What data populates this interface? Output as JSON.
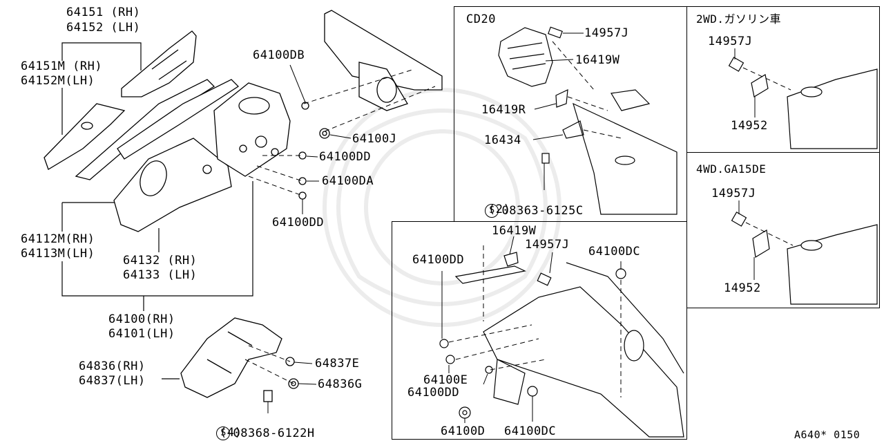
{
  "main": {
    "part_labels": {
      "p64151": "64151 (RH)",
      "p64152": "64152 (LH)",
      "p64151m": "64151M (RH)",
      "p64152m": "64152M(LH)",
      "p64112m": "64112M(RH)",
      "p64113m": "64113M(LH)",
      "p64132": "64132 (RH)",
      "p64133": "64133 (LH)",
      "p64100": "64100(RH)",
      "p64101": "64101(LH)",
      "p64836": "64836(RH)",
      "p64837": "64837(LH)",
      "p64100db": "64100DB",
      "p64100j": "64100J",
      "p64100dd": "64100DD",
      "p64100da": "64100DA",
      "p64100dd_b": "64100DD",
      "p64837e": "64837E",
      "p64836g": "64836G",
      "screw_08368": "08368-6122H",
      "screw_08368_qty": "(4)",
      "screw_symbol": "S"
    }
  },
  "cd20_panel": {
    "title": "CD20",
    "labels": {
      "p14957j": "14957J",
      "p16419w": "16419W",
      "p16419r": "16419R",
      "p16434": "16434",
      "screw_08363": "08363-6125C",
      "screw_08363_qty": "(2)",
      "screw_symbol": "S"
    }
  },
  "detail_panel": {
    "labels": {
      "p16419w": "16419W",
      "p14957j": "14957J",
      "p64100dc_top": "64100DC",
      "p64100dd": "64100DD",
      "p64100e": "64100E",
      "p64100dd_b": "64100DD",
      "p64100d": "64100D",
      "p64100dc_bottom": "64100DC"
    }
  },
  "panel_2wd": {
    "title": "2WD.ガソリン車",
    "labels": {
      "p14957j": "14957J",
      "p14952": "14952"
    }
  },
  "panel_4wd": {
    "title": "4WD.GA15DE",
    "labels": {
      "p14957j": "14957J",
      "p14952": "14952"
    }
  },
  "footer": {
    "diagram_code": "A640* 0150"
  },
  "icons": [
    "part-illustration",
    "screw-symbol-icon",
    "leader-line"
  ],
  "colors": {
    "line": "#000000",
    "background": "#ffffff",
    "watermark": "#eeeeee"
  }
}
